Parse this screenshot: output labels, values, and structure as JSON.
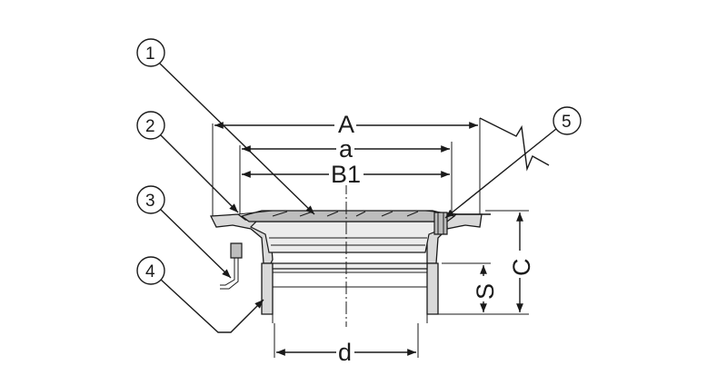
{
  "dimensions": {
    "A": "A",
    "a": "a",
    "B1": "B1",
    "C": "C",
    "S": "S",
    "d": "d"
  },
  "callouts": [
    "1",
    "2",
    "3",
    "4",
    "5"
  ]
}
